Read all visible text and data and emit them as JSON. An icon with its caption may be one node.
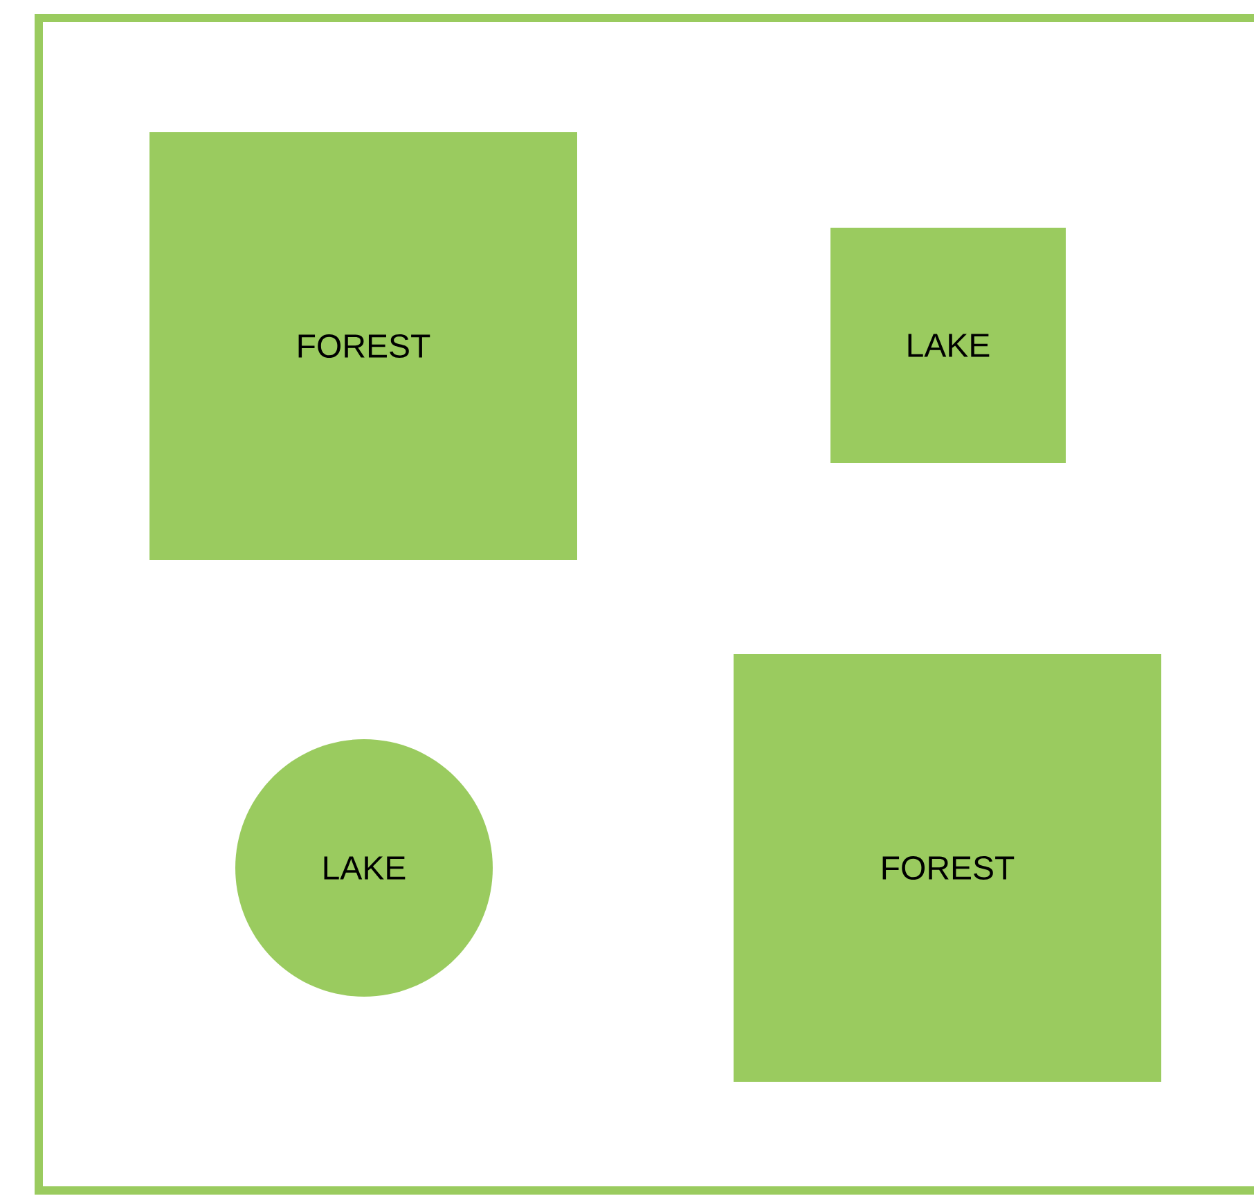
{
  "diagram": {
    "nodes": [
      {
        "text": [
          "FOREST"
        ]
      },
      {
        "text": [
          "LAKE"
        ]
      },
      {
        "text": [
          "LAKE"
        ]
      },
      {
        "text": [
          "FOREST"
        ]
      }
    ]
  }
}
